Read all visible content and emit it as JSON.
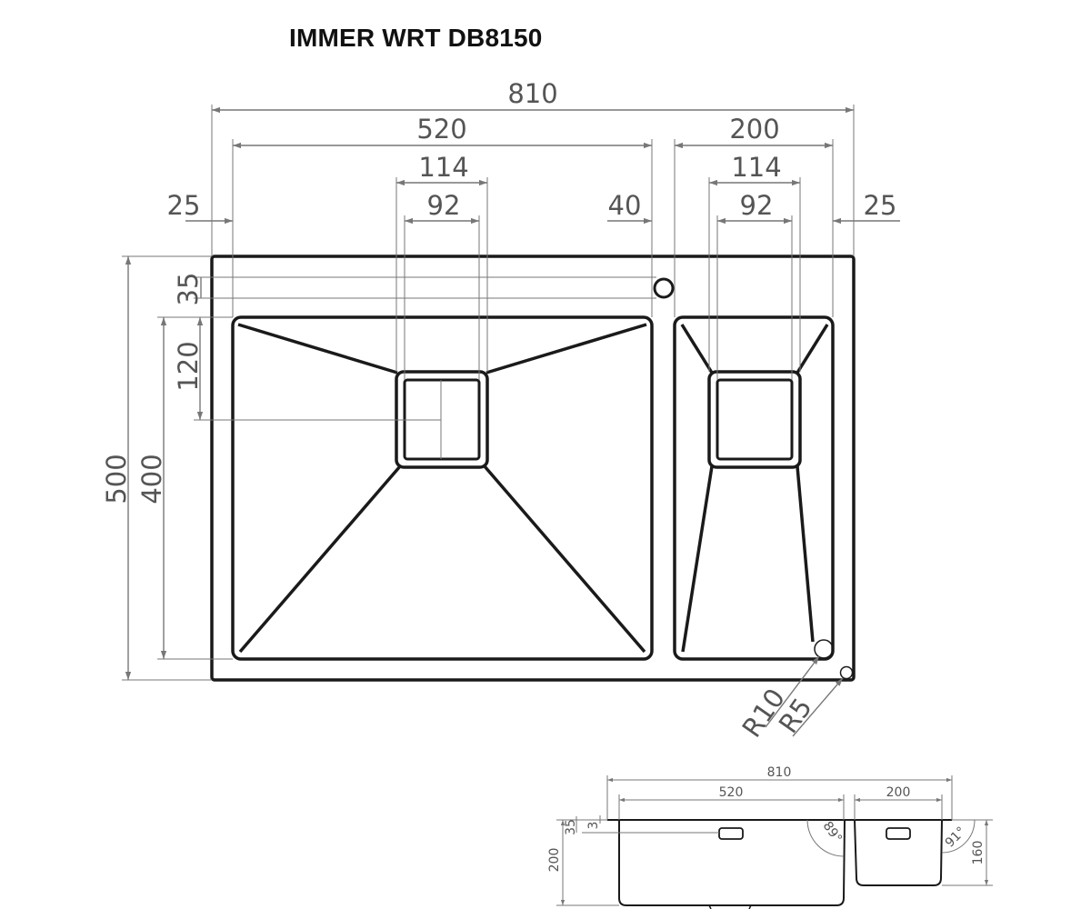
{
  "title": "IMMER WRT DB8150",
  "colors": {
    "outline": "#1a1a1a",
    "dimension": "#777777",
    "text": "#555555"
  },
  "plan_view": {
    "width_total": "810",
    "width_left_bowl": "520",
    "width_right_bowl": "200",
    "drain_outer_left": "114",
    "drain_inner_left": "92",
    "drain_outer_right": "114",
    "drain_inner_right": "92",
    "margin_left": "25",
    "divider": "40",
    "margin_right": "25",
    "depth_total": "500",
    "depth_bowl": "400",
    "top_offset": "35",
    "drain_offset": "120",
    "radius_bowl": "R10",
    "radius_corner": "R5"
  },
  "section_view": {
    "width_total": "810",
    "width_left": "520",
    "width_right": "200",
    "rim_offset": "35",
    "rim_thickness": "3",
    "height_left": "200",
    "height_right": "160",
    "angle_left": "89°",
    "angle_right": "91°"
  }
}
